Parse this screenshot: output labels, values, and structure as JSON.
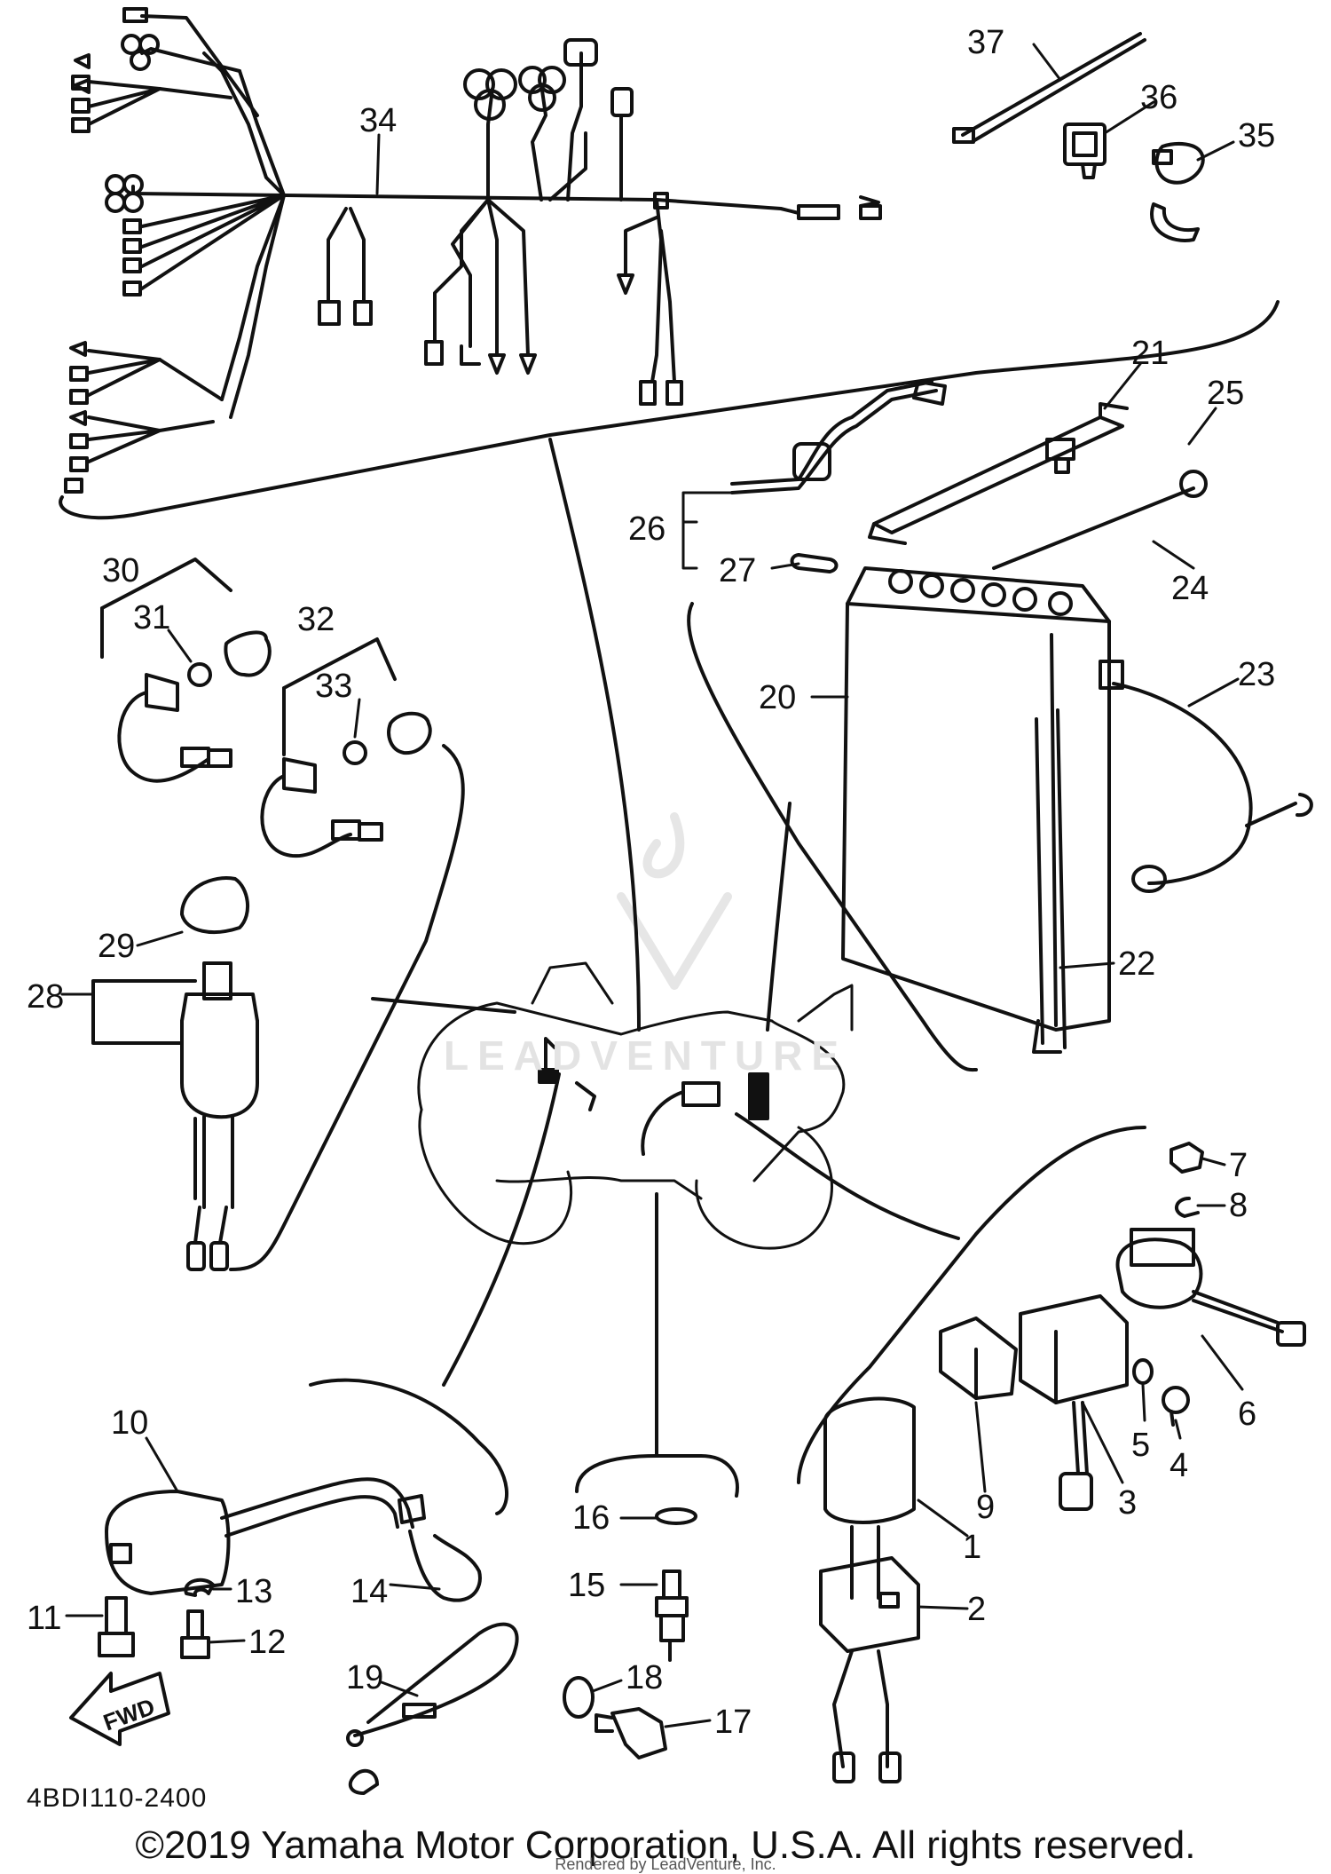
{
  "diagram_code": "4BDI110-2400",
  "fwd_label": "FWD",
  "watermark": "LEADVENTURE",
  "copyright": "©2019 Yamaha Motor Corporation, U.S.A. All rights reserved.",
  "rendered_by": "Rendered by LeadVenture, Inc.",
  "part_labels": {
    "p1": "1",
    "p2": "2",
    "p3": "3",
    "p4": "4",
    "p5": "5",
    "p6": "6",
    "p7": "7",
    "p8": "8",
    "p9": "9",
    "p10": "10",
    "p11": "11",
    "p12": "12",
    "p13": "13",
    "p14": "14",
    "p15": "15",
    "p16": "16",
    "p17": "17",
    "p18": "18",
    "p19": "19",
    "p20": "20",
    "p21": "21",
    "p22": "22",
    "p23": "23",
    "p24": "24",
    "p25": "25",
    "p26": "26",
    "p27": "27",
    "p28": "28",
    "p29": "29",
    "p30": "30",
    "p31": "31",
    "p32": "32",
    "p33": "33",
    "p34": "34",
    "p35": "35",
    "p36": "36",
    "p37": "37"
  }
}
